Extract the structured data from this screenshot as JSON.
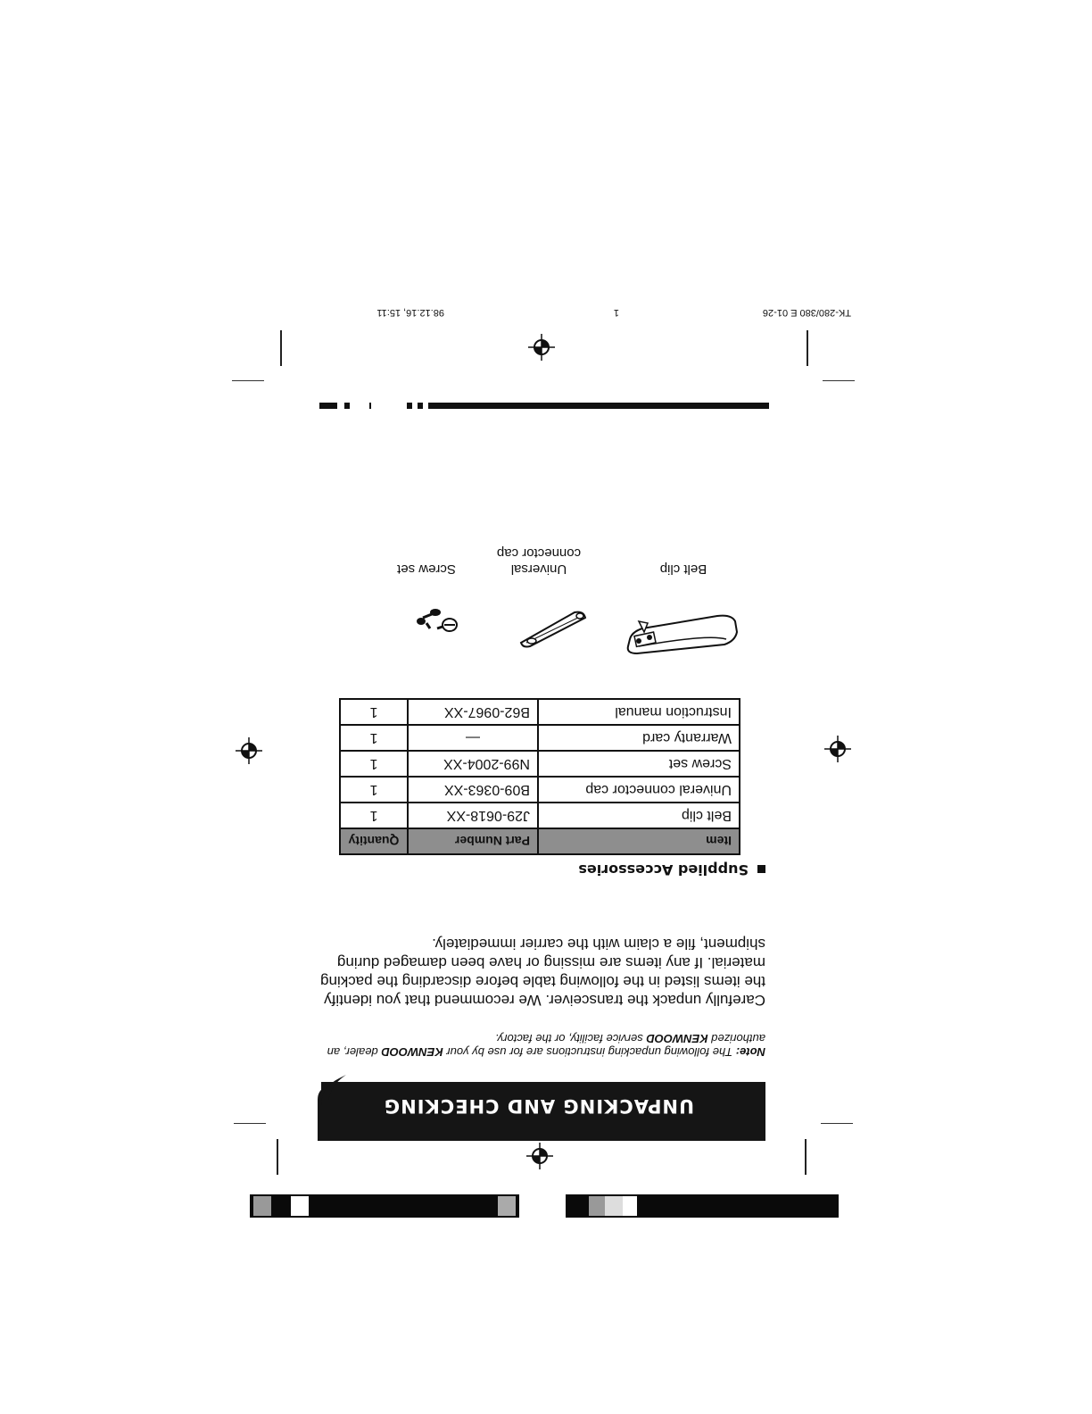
{
  "header": {
    "title": "UNPACKING AND CHECKING EQUIPMENT"
  },
  "note": {
    "label": "Note:",
    "text_1": "The following unpacking instructions are for use by your",
    "brand": "KENWOOD",
    "text_2": "dealer, an authorized",
    "text_3": "service facility, or the factory."
  },
  "body": {
    "paragraph": "Carefully unpack the transceiver.  We recommend that you identify the items listed in the following table before discarding the packing material.  If any items are missing or have been damaged during shipment, file a claim with the carrier immediately."
  },
  "section": {
    "title": "Supplied Accessories"
  },
  "table": {
    "headers": [
      "Item",
      "Part Number",
      "Quantity"
    ],
    "rows": [
      {
        "item": "Belt clip",
        "part": "J29-0618-XX",
        "qty": "1"
      },
      {
        "item": "Univeral connector cap",
        "part": "B09-0363-XX",
        "qty": "1"
      },
      {
        "item": "Screw set",
        "part": "N99-2004-XX",
        "qty": "1"
      },
      {
        "item": "Warranty card",
        "part": "—",
        "qty": "1"
      },
      {
        "item": "Instruction manual",
        "part": "B62-0967-XX",
        "qty": "1"
      }
    ]
  },
  "illustrations": {
    "belt_clip": "Belt clip",
    "connector_cap_1": "Universal",
    "connector_cap_2": "connector cap",
    "screw_set": "Screw set"
  },
  "slug": {
    "file": "TK-280/380 E 01-26",
    "page": "1",
    "date": "98.12.16, 15:11"
  },
  "colors": {
    "ink": "#111111",
    "table_header": "#8e8e8e",
    "banner": "#151515"
  }
}
